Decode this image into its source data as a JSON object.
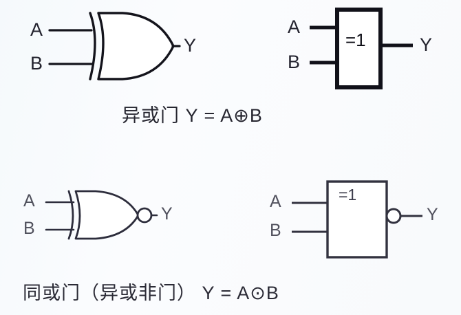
{
  "figure": {
    "title": "Logic gate symbols: XOR and XNOR",
    "background_color": "#f7fafc",
    "ink_color": "#101018"
  },
  "panels": [
    {
      "id": "xor-distinctive",
      "gate_type": "XOR",
      "symbol_style": "distinctive-shape",
      "inputs": [
        "A",
        "B"
      ],
      "output": "Y",
      "box_label": "",
      "inverting_bubble": false
    },
    {
      "id": "xor-rectangular",
      "gate_type": "XOR",
      "symbol_style": "iec-rectangular",
      "inputs": [
        "A",
        "B"
      ],
      "output": "Y",
      "box_label": "=1",
      "inverting_bubble": false
    },
    {
      "id": "xnor-distinctive",
      "gate_type": "XNOR",
      "symbol_style": "distinctive-shape",
      "inputs": [
        "A",
        "B"
      ],
      "output": "Y",
      "box_label": "",
      "inverting_bubble": true
    },
    {
      "id": "xnor-rectangular",
      "gate_type": "XNOR",
      "symbol_style": "iec-rectangular",
      "inputs": [
        "A",
        "B"
      ],
      "output": "Y",
      "box_label": "=1",
      "inverting_bubble": true
    }
  ],
  "captions": {
    "xor": "异或门 Y = A⊕B",
    "xnor": "同或门（异或非门） Y = A⊙B"
  },
  "labels": {
    "xor_input_a": "A",
    "xor_input_b": "B",
    "xor_output_y": "Y",
    "xor_box_input_a": "A",
    "xor_box_input_b": "B",
    "xor_box_output_y": "Y",
    "xor_box_text": "=1",
    "xnor_input_a": "A",
    "xnor_input_b": "B",
    "xnor_output_y": "Y",
    "xnor_box_input_a": "A",
    "xnor_box_input_b": "B",
    "xnor_box_output_y": "Y",
    "xnor_box_text": "=1"
  }
}
